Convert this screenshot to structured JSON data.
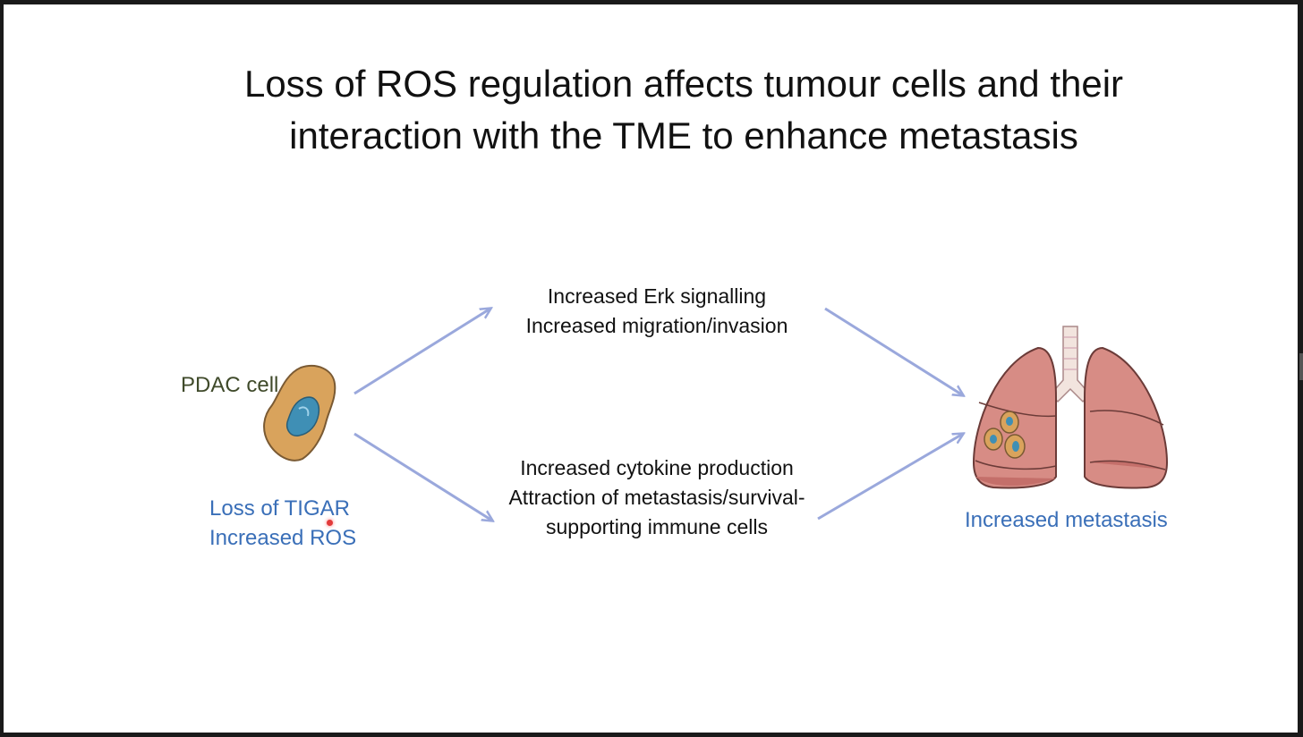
{
  "slide": {
    "title_line1": "Loss of ROS regulation affects tumour cells and their",
    "title_line2": "interaction with the TME to enhance metastasis"
  },
  "diagram": {
    "pdac_label": "PDAC cell",
    "cell_state": [
      "Loss of TIGAR",
      "Increased ROS"
    ],
    "top_path": [
      "Increased Erk signalling",
      "Increased migration/invasion"
    ],
    "bottom_path": [
      "Increased cytokine production",
      "Attraction of metastasis/survival-",
      "supporting immune cells"
    ],
    "outcome_label": "Increased metastasis"
  },
  "colors": {
    "arrow": "#9aa8dc",
    "blue_text": "#3a6fb8",
    "pdac_text": "#3f4a2a",
    "cell_body": "#d9a35c",
    "nucleus": "#3f8fb5",
    "lung": "#d78c85"
  }
}
